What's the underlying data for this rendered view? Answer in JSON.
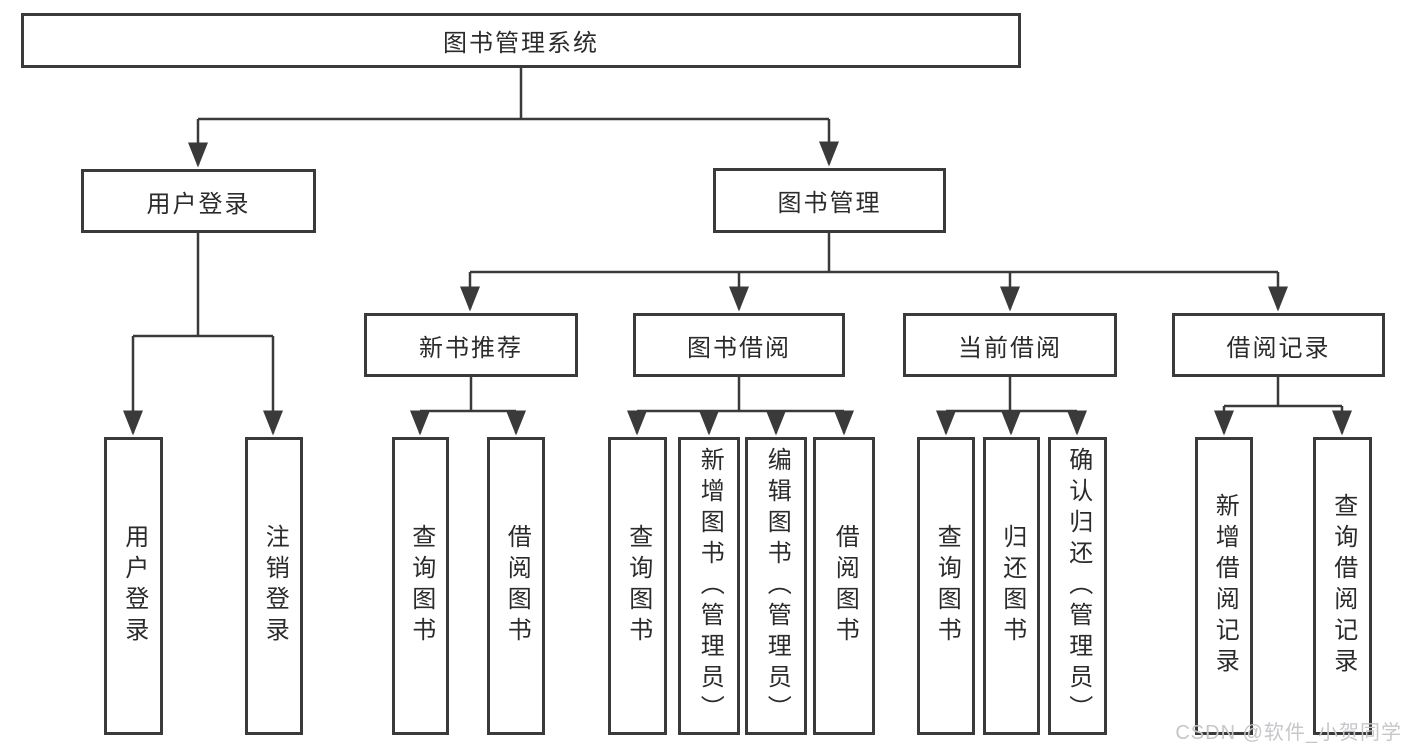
{
  "colors": {
    "line": "#3a3a3a",
    "box_border": "#3a3a3a",
    "box_fill": "#ffffff",
    "text": "#2b2b2b",
    "watermark": "#c7c7cb",
    "background": "#ffffff"
  },
  "watermark": "CSDN @软件_小贺同学",
  "tree": {
    "root": {
      "label": "图书管理系统"
    },
    "children": [
      {
        "label": "用户登录",
        "children": [
          {
            "label": "用户登录"
          },
          {
            "label": "注销登录"
          }
        ]
      },
      {
        "label": "图书管理",
        "children": [
          {
            "label": "新书推荐",
            "children": [
              {
                "label": "查询图书"
              },
              {
                "label": "借阅图书"
              }
            ]
          },
          {
            "label": "图书借阅",
            "children": [
              {
                "label": "查询图书"
              },
              {
                "label": "新增图书（管理员）"
              },
              {
                "label": "编辑图书（管理员）"
              },
              {
                "label": "借阅图书"
              }
            ]
          },
          {
            "label": "当前借阅",
            "children": [
              {
                "label": "查询图书"
              },
              {
                "label": "归还图书"
              },
              {
                "label": "确认归还（管理员）"
              }
            ]
          },
          {
            "label": "借阅记录",
            "children": [
              {
                "label": "新增借阅记录"
              },
              {
                "label": "查询借阅记录"
              }
            ]
          }
        ]
      }
    ]
  }
}
